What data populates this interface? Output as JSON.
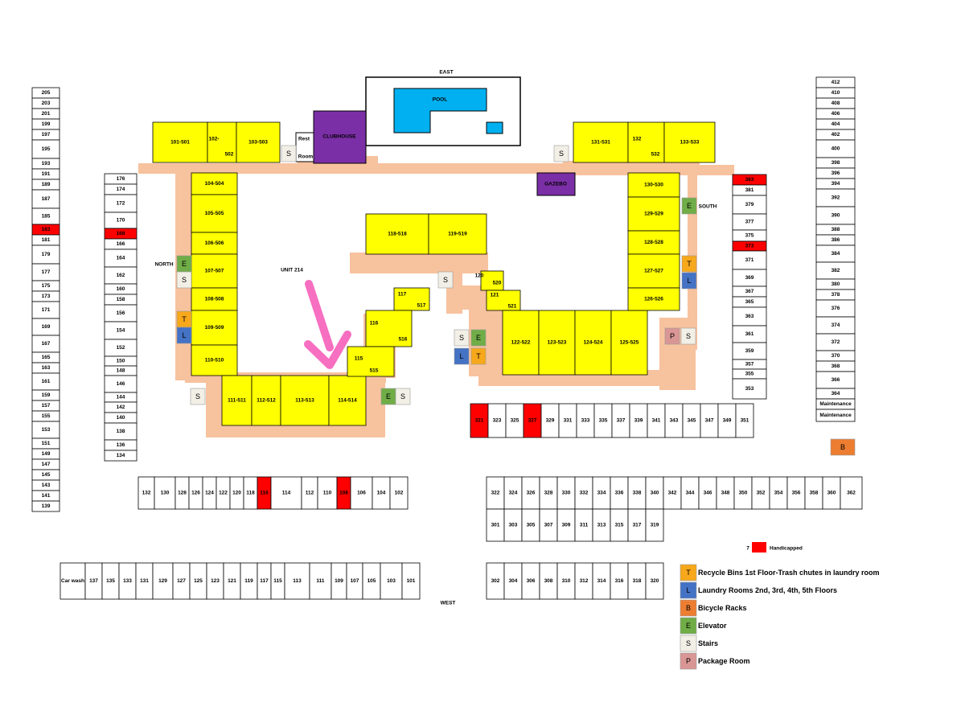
{
  "colors": {
    "building": "#ffff00",
    "walkway": "#f7c29e",
    "clubhouse": "#7b2fa6",
    "pool": "#00b0f0",
    "handicapped": "#ff0000",
    "recycle": "#f7a81b",
    "laundry": "#4472c4",
    "bicycle": "#ed7d31",
    "elevator": "#70ad47",
    "stairs": "#f2efe6",
    "package": "#d99694",
    "arrow": "#f76fc0"
  },
  "labels": {
    "east": "EAST",
    "west": "WEST",
    "north": "NORTH",
    "south": "SOUTH",
    "pool": "POOL",
    "clubhouse": "CLUBHOUSE",
    "gazebo": "GAZEBO",
    "rest": "Rest",
    "room": "Room",
    "unit_callout": "UNIT 214"
  },
  "buildings": [
    "101-501",
    "102-",
    "502",
    "103-503",
    "131-531",
    "132",
    "532",
    "133-533",
    "104-504",
    "105-505",
    "106-506",
    "107-507",
    "108-508",
    "109-509",
    "110-510",
    "111-511",
    "112-512",
    "113-513",
    "114-514",
    "118-518",
    "119-519",
    "117",
    "517",
    "116",
    "516",
    "115",
    "515",
    "120",
    "520",
    "121",
    "521",
    "122-522",
    "123-523",
    "124-524",
    "125-525",
    "130-530",
    "129-529",
    "128-528",
    "127-527",
    "126-526"
  ],
  "markers": [
    {
      "letter": "S",
      "type": "stairs"
    },
    {
      "letter": "S",
      "type": "stairs"
    },
    {
      "letter": "E",
      "type": "elevator"
    },
    {
      "letter": "S",
      "type": "stairs"
    },
    {
      "letter": "T",
      "type": "recycle"
    },
    {
      "letter": "L",
      "type": "laundry"
    },
    {
      "letter": "S",
      "type": "stairs"
    },
    {
      "letter": "E",
      "type": "elevator"
    },
    {
      "letter": "S",
      "type": "stairs"
    },
    {
      "letter": "S",
      "type": "stairs"
    },
    {
      "letter": "E",
      "type": "elevator"
    },
    {
      "letter": "L",
      "type": "laundry"
    },
    {
      "letter": "T",
      "type": "recycle"
    },
    {
      "letter": "E",
      "type": "elevator"
    },
    {
      "letter": "S",
      "type": "stairs"
    },
    {
      "letter": "T",
      "type": "recycle"
    },
    {
      "letter": "L",
      "type": "laundry"
    },
    {
      "letter": "P",
      "type": "package"
    },
    {
      "letter": "S",
      "type": "stairs"
    },
    {
      "letter": "B",
      "type": "bicycle"
    }
  ],
  "garages": {
    "col_far_left": [
      "205",
      "203",
      "201",
      "199",
      "197",
      "195",
      "193",
      "191",
      "189",
      "187",
      "185",
      "183",
      "181",
      "179",
      "177",
      "175",
      "173",
      "171",
      "169",
      "167",
      "165",
      "163",
      "161",
      "159",
      "157",
      "155",
      "153",
      "151",
      "149",
      "147",
      "145",
      "143",
      "141",
      "139"
    ],
    "col_left": [
      "176",
      "174",
      "172",
      "170",
      "168",
      "166",
      "164",
      "162",
      "160",
      "158",
      "156",
      "154",
      "152",
      "150",
      "148",
      "146",
      "144",
      "142",
      "140",
      "138",
      "136",
      "134"
    ],
    "col_right_inner": [
      "383",
      "381",
      "379",
      "377",
      "375",
      "373",
      "371",
      "369",
      "367",
      "365",
      "363",
      "361",
      "359",
      "357",
      "355",
      "353"
    ],
    "col_far_right": [
      "412",
      "410",
      "408",
      "406",
      "404",
      "402",
      "400",
      "398",
      "396",
      "394",
      "392",
      "390",
      "388",
      "386",
      "384",
      "382",
      "380",
      "378",
      "376",
      "374",
      "372",
      "370",
      "368",
      "366",
      "364",
      "Maintenance",
      "Maintenance"
    ],
    "row_mid_right": [
      "321",
      "323",
      "325",
      "327",
      "329",
      "331",
      "333",
      "335",
      "337",
      "339",
      "341",
      "343",
      "345",
      "347",
      "349",
      "351"
    ],
    "row_lower_left": [
      "132",
      "130",
      "128",
      "126",
      "124",
      "122",
      "120",
      "118",
      "116",
      "114",
      "112",
      "110",
      "108",
      "106",
      "104",
      "102"
    ],
    "row_lower_right": [
      "322",
      "324",
      "326",
      "328",
      "330",
      "332",
      "334",
      "336",
      "338",
      "340",
      "342",
      "344",
      "346",
      "348",
      "350",
      "352",
      "354",
      "356",
      "358",
      "360",
      "362"
    ],
    "row_lower_right_2": [
      "301",
      "303",
      "305",
      "307",
      "309",
      "311",
      "313",
      "315",
      "317",
      "319"
    ],
    "row_bottom_left": [
      "Car wash",
      "137",
      "135",
      "133",
      "131",
      "129",
      "127",
      "125",
      "123",
      "121",
      "119",
      "117",
      "115",
      "113",
      "111",
      "109",
      "107",
      "105",
      "103",
      "101"
    ],
    "row_bottom_right": [
      "302",
      "304",
      "306",
      "308",
      "310",
      "312",
      "314",
      "316",
      "318",
      "320"
    ]
  },
  "handicapped": [
    "183",
    "168",
    "383",
    "373",
    "321",
    "327",
    "116",
    "108"
  ],
  "legend": {
    "handicapped_count": "7",
    "handicapped_label": "Handicapped",
    "items": [
      {
        "letter": "T",
        "label": "Recycle Bins 1st Floor-Trash chutes in laundry room",
        "type": "recycle"
      },
      {
        "letter": "L",
        "label": "Laundry Rooms 2nd, 3rd, 4th, 5th Floors",
        "type": "laundry"
      },
      {
        "letter": "B",
        "label": "Bicycle Racks",
        "type": "bicycle"
      },
      {
        "letter": "E",
        "label": "Elevator",
        "type": "elevator"
      },
      {
        "letter": "S",
        "label": "Stairs",
        "type": "stairs"
      },
      {
        "letter": "P",
        "label": "Package Room",
        "type": "package"
      }
    ]
  }
}
